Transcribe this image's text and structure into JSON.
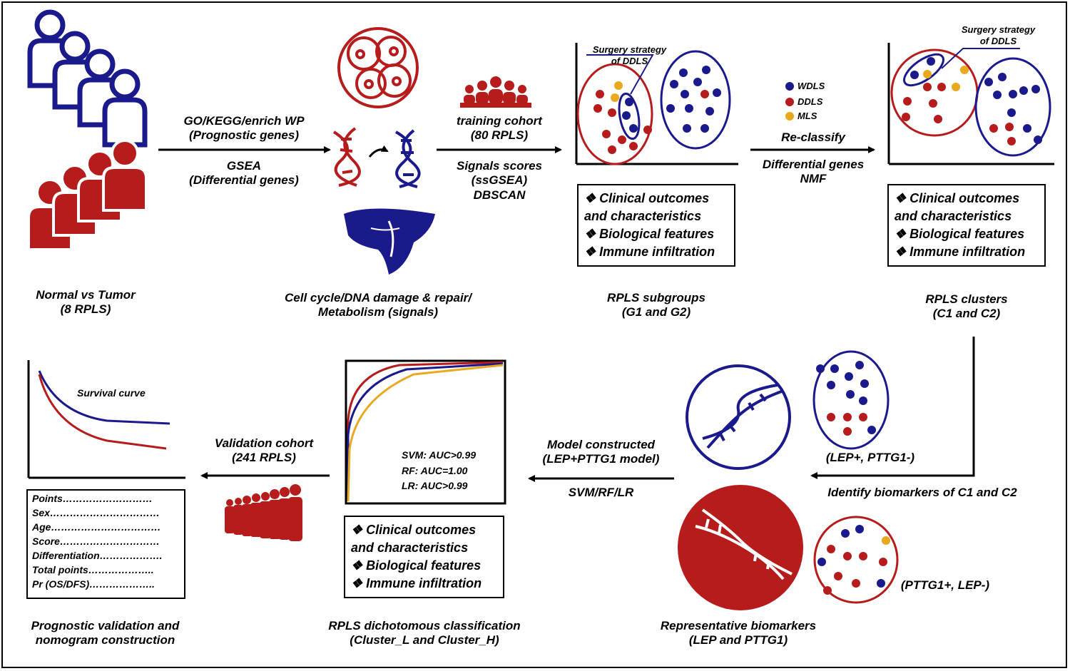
{
  "colors": {
    "blue": "#1a1a8c",
    "red": "#b71c1c",
    "orange": "#e8a91e",
    "black": "#000000"
  },
  "step1": {
    "label_line1": "Normal vs Tumor",
    "label_line2": "(8 RPLS)"
  },
  "arrow1": {
    "top_line1": "GO/KEGG/enrich WP",
    "top_line2": "(Prognostic genes)",
    "bottom_line1": "GSEA",
    "bottom_line2": "(Differential genes)"
  },
  "step2": {
    "label_line1": "Cell cycle/DNA damage & repair/",
    "label_line2": "Metabolism (signals)"
  },
  "arrow2": {
    "top_line1": "training cohort",
    "top_line2": "(80 RPLS)",
    "bottom_line1": "Signals scores",
    "bottom_line2": "(ssGSEA)",
    "bottom_line3": "DBSCAN"
  },
  "step3": {
    "annotation_line1": "Surgery strategy",
    "annotation_line2": "of DDLS",
    "label_line1": "RPLS subgroups",
    "label_line2": "(G1 and G2)"
  },
  "features": {
    "item1_line1": "❖ Clinical outcomes",
    "item1_line2": "and characteristics",
    "item2": "❖ Biological features",
    "item3": "❖ Immune infiltration"
  },
  "legend": {
    "wdls": "WDLS",
    "ddls": "DDLS",
    "mls": "MLS"
  },
  "arrow3": {
    "top": "Re-classify",
    "bottom_line1": "Differential genes",
    "bottom_line2": "NMF"
  },
  "step4": {
    "annotation_line1": "Surgery strategy",
    "annotation_line2": "of DDLS",
    "label_line1": "RPLS clusters",
    "label_line2": "(C1 and C2)"
  },
  "step5": {
    "arrow_label": "Identify biomarkers of C1 and C2",
    "cluster1_label": "(LEP+, PTTG1-)",
    "cluster2_label": "(PTTG1+, LEP-)",
    "label_line1": "Representative biomarkers",
    "label_line2": "(LEP and PTTG1)"
  },
  "arrow6": {
    "top_line1": "Model constructed",
    "top_line2": "(LEP+PTTG1 model)",
    "bottom": "SVM/RF/LR"
  },
  "step6": {
    "svm": "SVM: AUC>0.99",
    "rf": "RF: AUC=1.00",
    "lr": "LR: AUC>0.99",
    "label_line1": "RPLS dichotomous classification",
    "label_line2": "(Cluster_L and Cluster_H)"
  },
  "arrow7": {
    "top_line1": "Validation cohort",
    "top_line2": "(241 RPLS)"
  },
  "step7": {
    "survival_title": "Survival curve",
    "nomogram": [
      "Points………………………",
      "Sex……………………………",
      "Age……………………………",
      "Score…………………………",
      "Differentiation……………….",
      "Total points………………..",
      "Pr (OS/DFS)……………….."
    ],
    "label_line1": "Prognostic validation and",
    "label_line2": "nomogram construction"
  }
}
